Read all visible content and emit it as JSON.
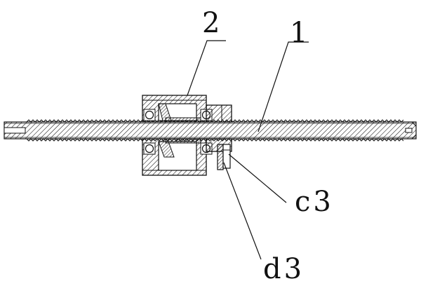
{
  "labels": {
    "housing": "2",
    "screw_shaft": "1",
    "part_c3": "c3",
    "part_d3": "d3"
  },
  "colors": {
    "ink": "#111111",
    "background": "#ffffff"
  }
}
